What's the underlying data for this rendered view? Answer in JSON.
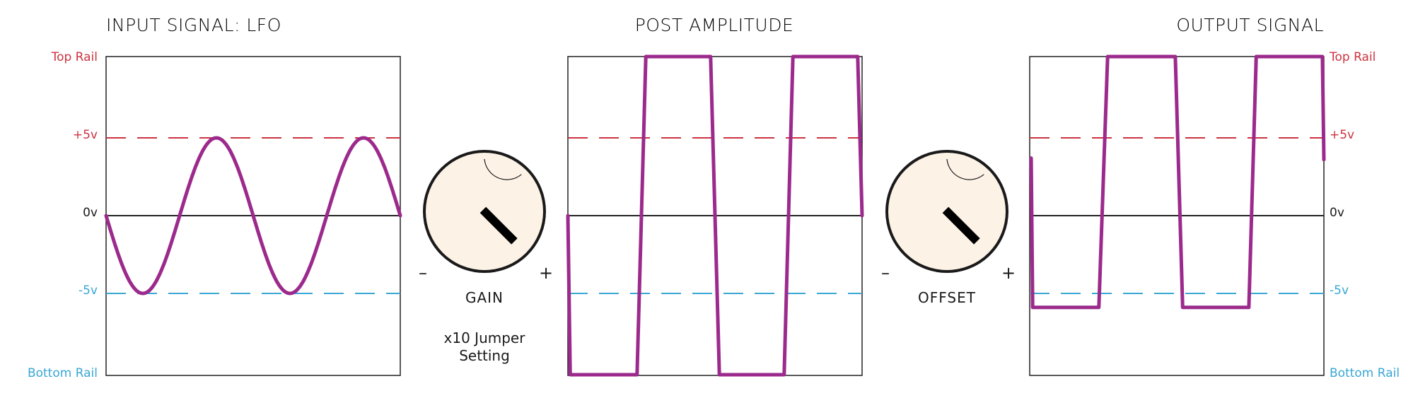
{
  "colors": {
    "text": "#1a1a1a",
    "top_rail": "#cc3340",
    "positive_line": "#cc3340",
    "negative_line": "#3aa6d4",
    "bottom_rail": "#3aa6d4",
    "waveform": "#9c2a8c",
    "frame": "#222222",
    "knob_fill": "#fdf2e6",
    "knob_stroke": "#1a1a1a",
    "pointer": "#000000"
  },
  "levels": {
    "top_rail": "Top Rail",
    "plus5": "+5v",
    "zero": "0v",
    "minus5": "-5v",
    "bottom_rail": "Bottom Rail"
  },
  "panels": [
    {
      "id": "input",
      "title": "INPUT SIGNAL: LFO",
      "title_align": "left",
      "labels_side": "left",
      "waveform": {
        "type": "sine",
        "cycles": 2,
        "amplitude": 5,
        "start_direction": "down"
      }
    },
    {
      "id": "post",
      "title": "POST AMPLITUDE",
      "title_align": "center",
      "labels_side": "none",
      "waveform": {
        "type": "clipped",
        "clipped_to": "rails"
      }
    },
    {
      "id": "output",
      "title": "OUTPUT SIGNAL",
      "title_align": "right",
      "labels_side": "right",
      "waveform": {
        "type": "clipped-offset",
        "low_level": -5.9,
        "high_level": "top_rail"
      }
    }
  ],
  "knobs": [
    {
      "id": "gain",
      "label": "GAIN",
      "minus": "–",
      "plus": "+",
      "note_lines": [
        "x10 Jumper",
        "Setting"
      ],
      "icon": "knob-icon",
      "pointer_angle_deg": 135
    },
    {
      "id": "offset",
      "label": "OFFSET",
      "minus": "–",
      "plus": "+",
      "note_lines": [],
      "icon": "knob-icon",
      "pointer_angle_deg": 135
    }
  ]
}
